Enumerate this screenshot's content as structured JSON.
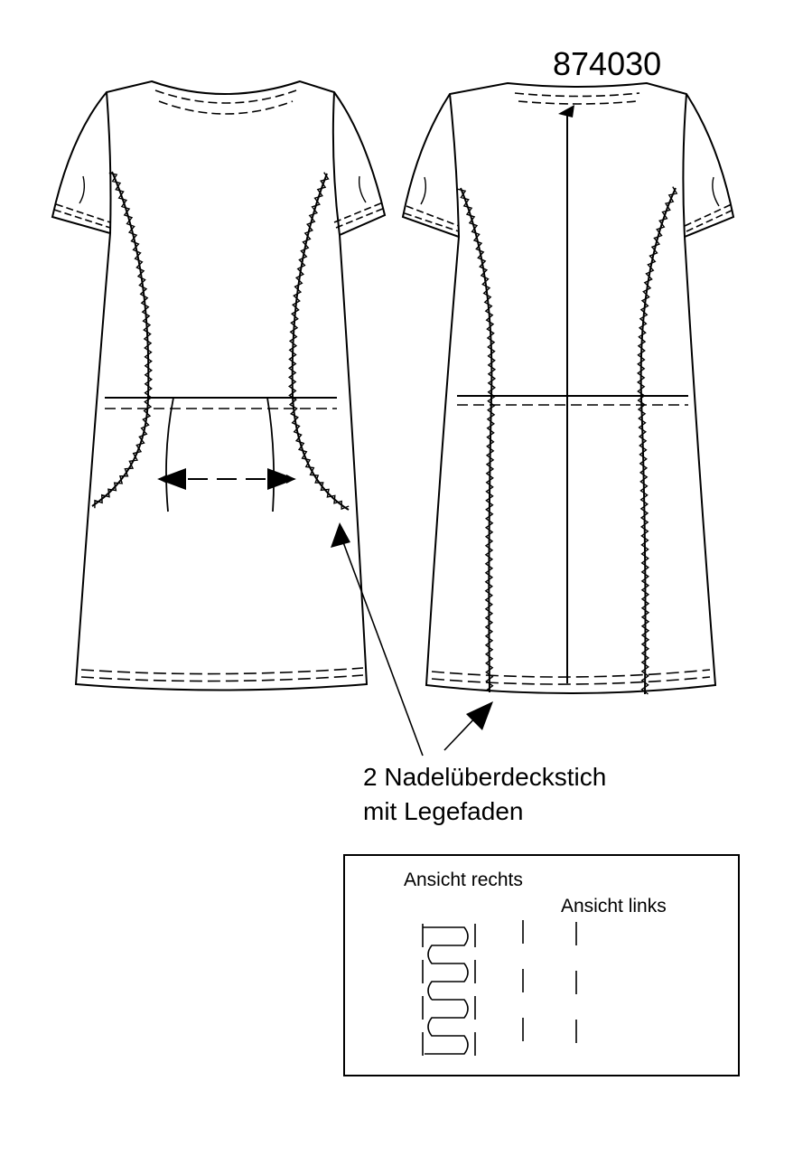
{
  "article_number": "874030",
  "callout": {
    "line1": "2 Nadelüberdeckstich",
    "line2": "mit Legefaden"
  },
  "legend": {
    "view_right": "Ansicht rechts",
    "view_left": "Ansicht links"
  }
}
